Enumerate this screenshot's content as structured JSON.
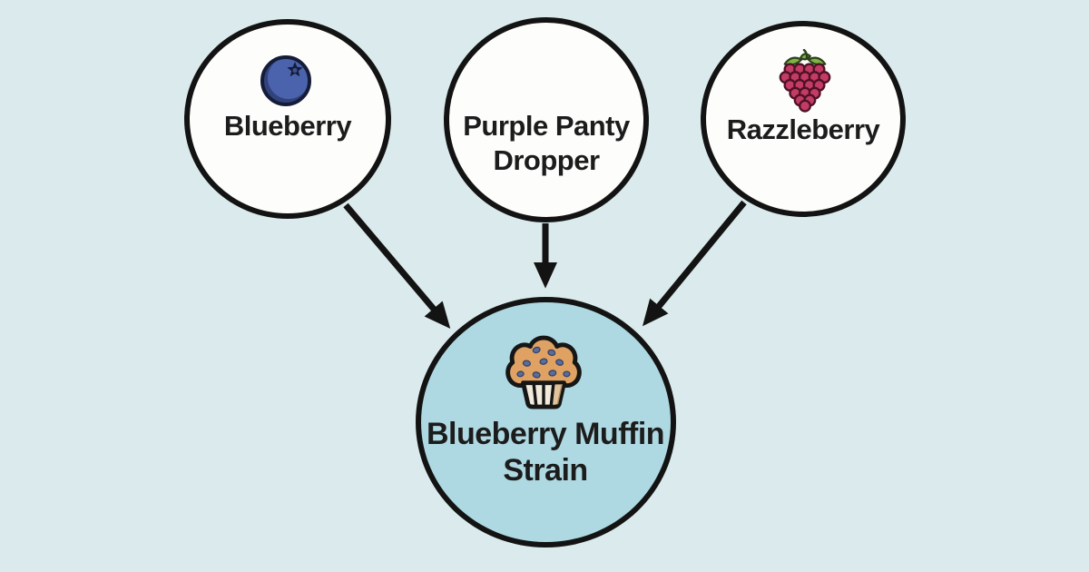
{
  "diagram": {
    "type": "strain-genealogy",
    "background_color": "#dbebed",
    "outline_color": "#131313",
    "text_color": "#1c1c1c",
    "result_fill_color": "#aed9e2",
    "parent_fill_color": "#fdfdfb",
    "nodes": {
      "blueberry": {
        "label": "Blueberry",
        "icon": "blueberry-icon"
      },
      "purple_panty_dropper": {
        "label": "Purple Panty Dropper",
        "icon": null
      },
      "razzleberry": {
        "label": "Razzleberry",
        "icon": "raspberry-icon"
      },
      "blueberry_muffin": {
        "label": "Blueberry Muffin Strain",
        "icon": "muffin-icon"
      }
    },
    "edges": [
      {
        "from": "blueberry",
        "to": "blueberry_muffin"
      },
      {
        "from": "purple_panty_dropper",
        "to": "blueberry_muffin"
      },
      {
        "from": "razzleberry",
        "to": "blueberry_muffin"
      }
    ],
    "icon_colors": {
      "blueberry_body": "#4a63ac",
      "blueberry_shadow": "#31427c",
      "blueberry_outline": "#141c38",
      "raspberry_body": "#c23c64",
      "raspberry_outline": "#4f1128",
      "leaf_green": "#7cb544",
      "muffin_top": "#e0a263",
      "muffin_cup": "#f1e9da",
      "muffin_dot": "#5c6e97"
    }
  }
}
